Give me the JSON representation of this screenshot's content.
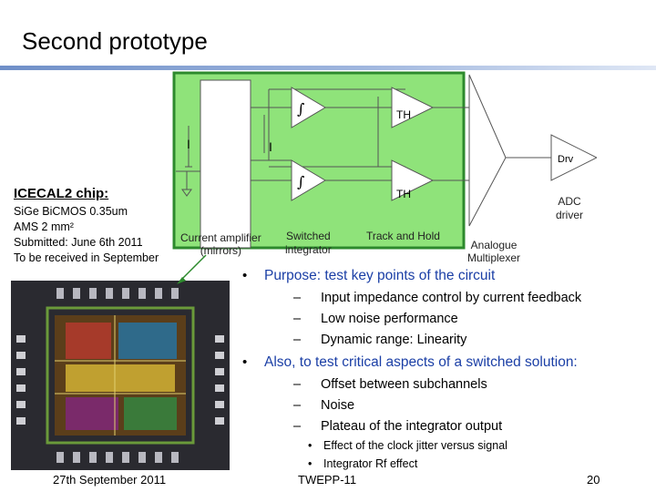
{
  "slide": {
    "title": "Second prototype",
    "chip": {
      "heading": "ICECAL2 chip:",
      "lines": [
        "SiGe BiCMOS 0.35um",
        "AMS 2 mm²",
        "Submitted: June 6th 2011",
        "To be received in September"
      ]
    },
    "diagram": {
      "current_label": "I",
      "integrator_symbol": "∫",
      "th_label": "TH",
      "drv_label": "Drv",
      "adc_label": "ADC\ndriver",
      "blocks": {
        "current_amp": "Current amplifier\n(mirrors)",
        "switched": "Switched\nintegrator",
        "track_hold": "Track and Hold",
        "mux": "Analogue\nMultiplexer"
      }
    },
    "bullets": [
      {
        "text": "Purpose: test key points of the circuit",
        "subs": [
          "Input impedance control by current feedback",
          "Low noise performance",
          "Dynamic range: Linearity"
        ]
      },
      {
        "text": "Also, to test critical aspects of a switched solution:",
        "subs": [
          "Offset between subchannels",
          "Noise",
          "Plateau of the integrator output"
        ],
        "subsubs": [
          "Effect of the clock jitter versus signal",
          "Integrator Rf effect"
        ]
      }
    ],
    "footer": {
      "date": "27th September 2011",
      "venue": "TWEPP-11",
      "page": "20"
    },
    "colors": {
      "diagram_bg": "#8fe37a",
      "diagram_border": "#2d8a2d",
      "bullet_blue": "#1b3fa6",
      "chip_bg": "#2a2a30"
    }
  }
}
